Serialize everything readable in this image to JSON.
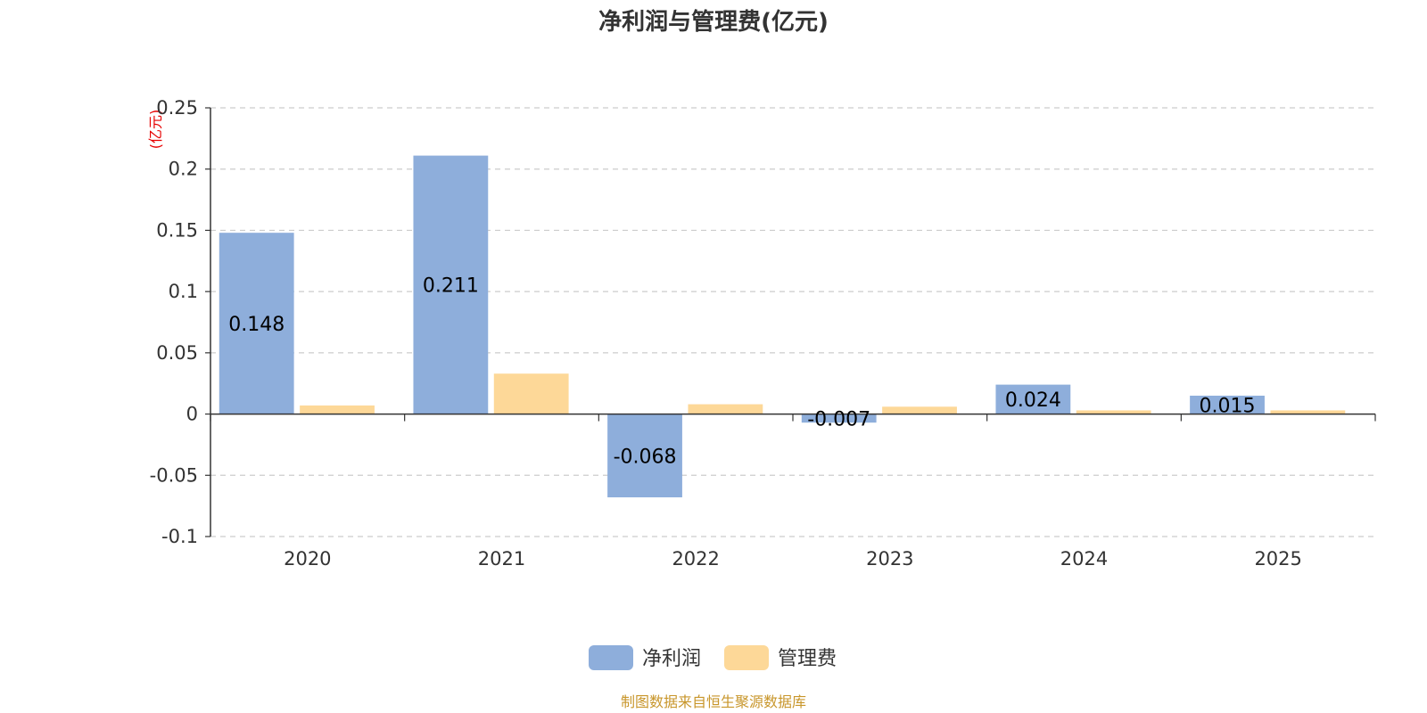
{
  "chart_data": {
    "type": "bar",
    "title": "净利润与管理费(亿元)",
    "y_unit": "(亿元)",
    "categories": [
      "2020",
      "2021",
      "2022",
      "2023",
      "2024",
      "2025"
    ],
    "series": [
      {
        "name": "净利润",
        "color": "#8eaedb",
        "values": [
          0.148,
          0.211,
          -0.068,
          -0.007,
          0.024,
          0.015
        ],
        "show_labels": true
      },
      {
        "name": "管理费",
        "color": "#fdd898",
        "values": [
          0.007,
          0.033,
          0.008,
          0.006,
          0.003,
          0.003
        ],
        "show_labels": false
      }
    ],
    "data_labels": [
      "0.148",
      "0.211",
      "-0.068",
      "-0.007",
      "0.024",
      "0.015"
    ],
    "ylim": [
      -0.1,
      0.25
    ],
    "yticks": [
      "0.25",
      "0.2",
      "0.15",
      "0.1",
      "0.05",
      "0",
      "-0.05",
      "-0.1"
    ],
    "grid": true,
    "legend_position": "bottom-center",
    "source": "制图数据来自恒生聚源数据库"
  }
}
